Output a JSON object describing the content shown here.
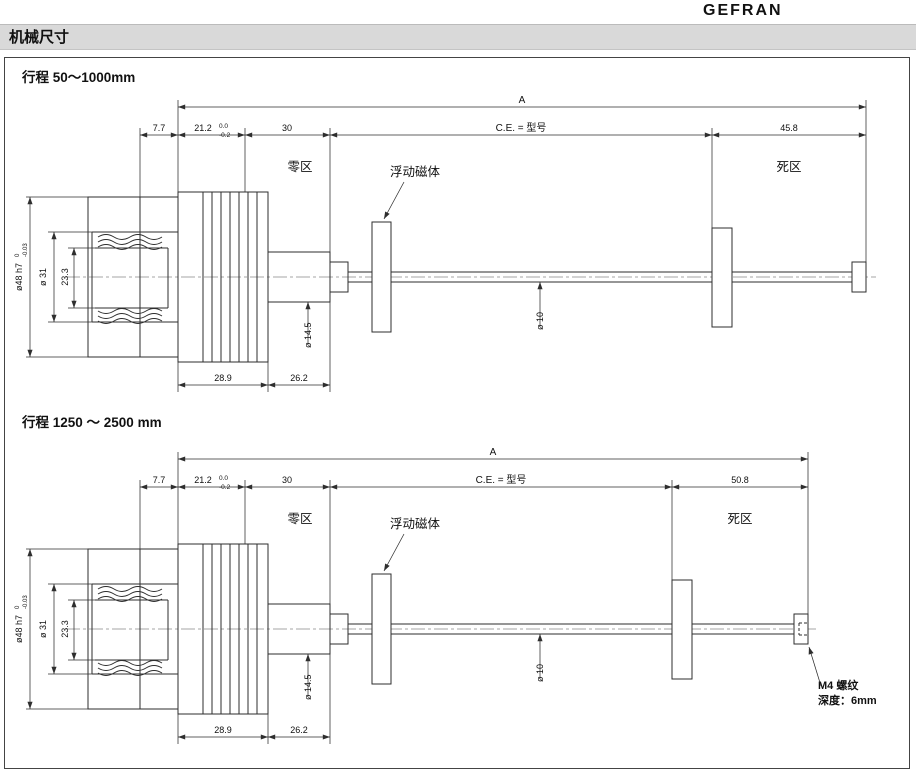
{
  "brand": "GEFRAN",
  "header": {
    "title": "机械尺寸"
  },
  "drawings": [
    {
      "title": "行程 50～1000mm",
      "dims": {
        "overall": "A",
        "front": "7.7",
        "thread": "21.2",
        "thread_tol_top": "0.0",
        "thread_tol_bot": "-0.2",
        "zero": "30",
        "ce": "C.E. = 型号",
        "dead": "45.8",
        "body_len": "28.9",
        "gland_len": "26.2",
        "dia_body": "ø48 h7",
        "dia_body_tol_top": "0",
        "dia_body_tol_bot": "-0.03",
        "dia_bore": "ø 31",
        "bore_depth": "23.3",
        "dia_bush": "ø 14.5",
        "dia_rod": "ø 10"
      },
      "labels": {
        "zero_zone": "零区",
        "magnet": "浮动磁体",
        "dead_zone": "死区"
      }
    },
    {
      "title": "行程 1250 ～ 2500 mm",
      "dims": {
        "overall": "A",
        "front": "7.7",
        "thread": "21.2",
        "thread_tol_top": "0.0",
        "thread_tol_bot": "-0.2",
        "zero": "30",
        "ce": "C.E. = 型号",
        "dead": "50.8",
        "body_len": "28.9",
        "gland_len": "26.2",
        "dia_body": "ø48 h7",
        "dia_body_tol_top": "0",
        "dia_body_tol_bot": "-0.03",
        "dia_bore": "ø 31",
        "bore_depth": "23.3",
        "dia_bush": "ø 14.5",
        "dia_rod": "ø 10"
      },
      "labels": {
        "zero_zone": "零区",
        "magnet": "浮动磁体",
        "dead_zone": "死区",
        "m4_1": "M4 螺纹",
        "m4_2": "深度：6mm"
      }
    }
  ]
}
